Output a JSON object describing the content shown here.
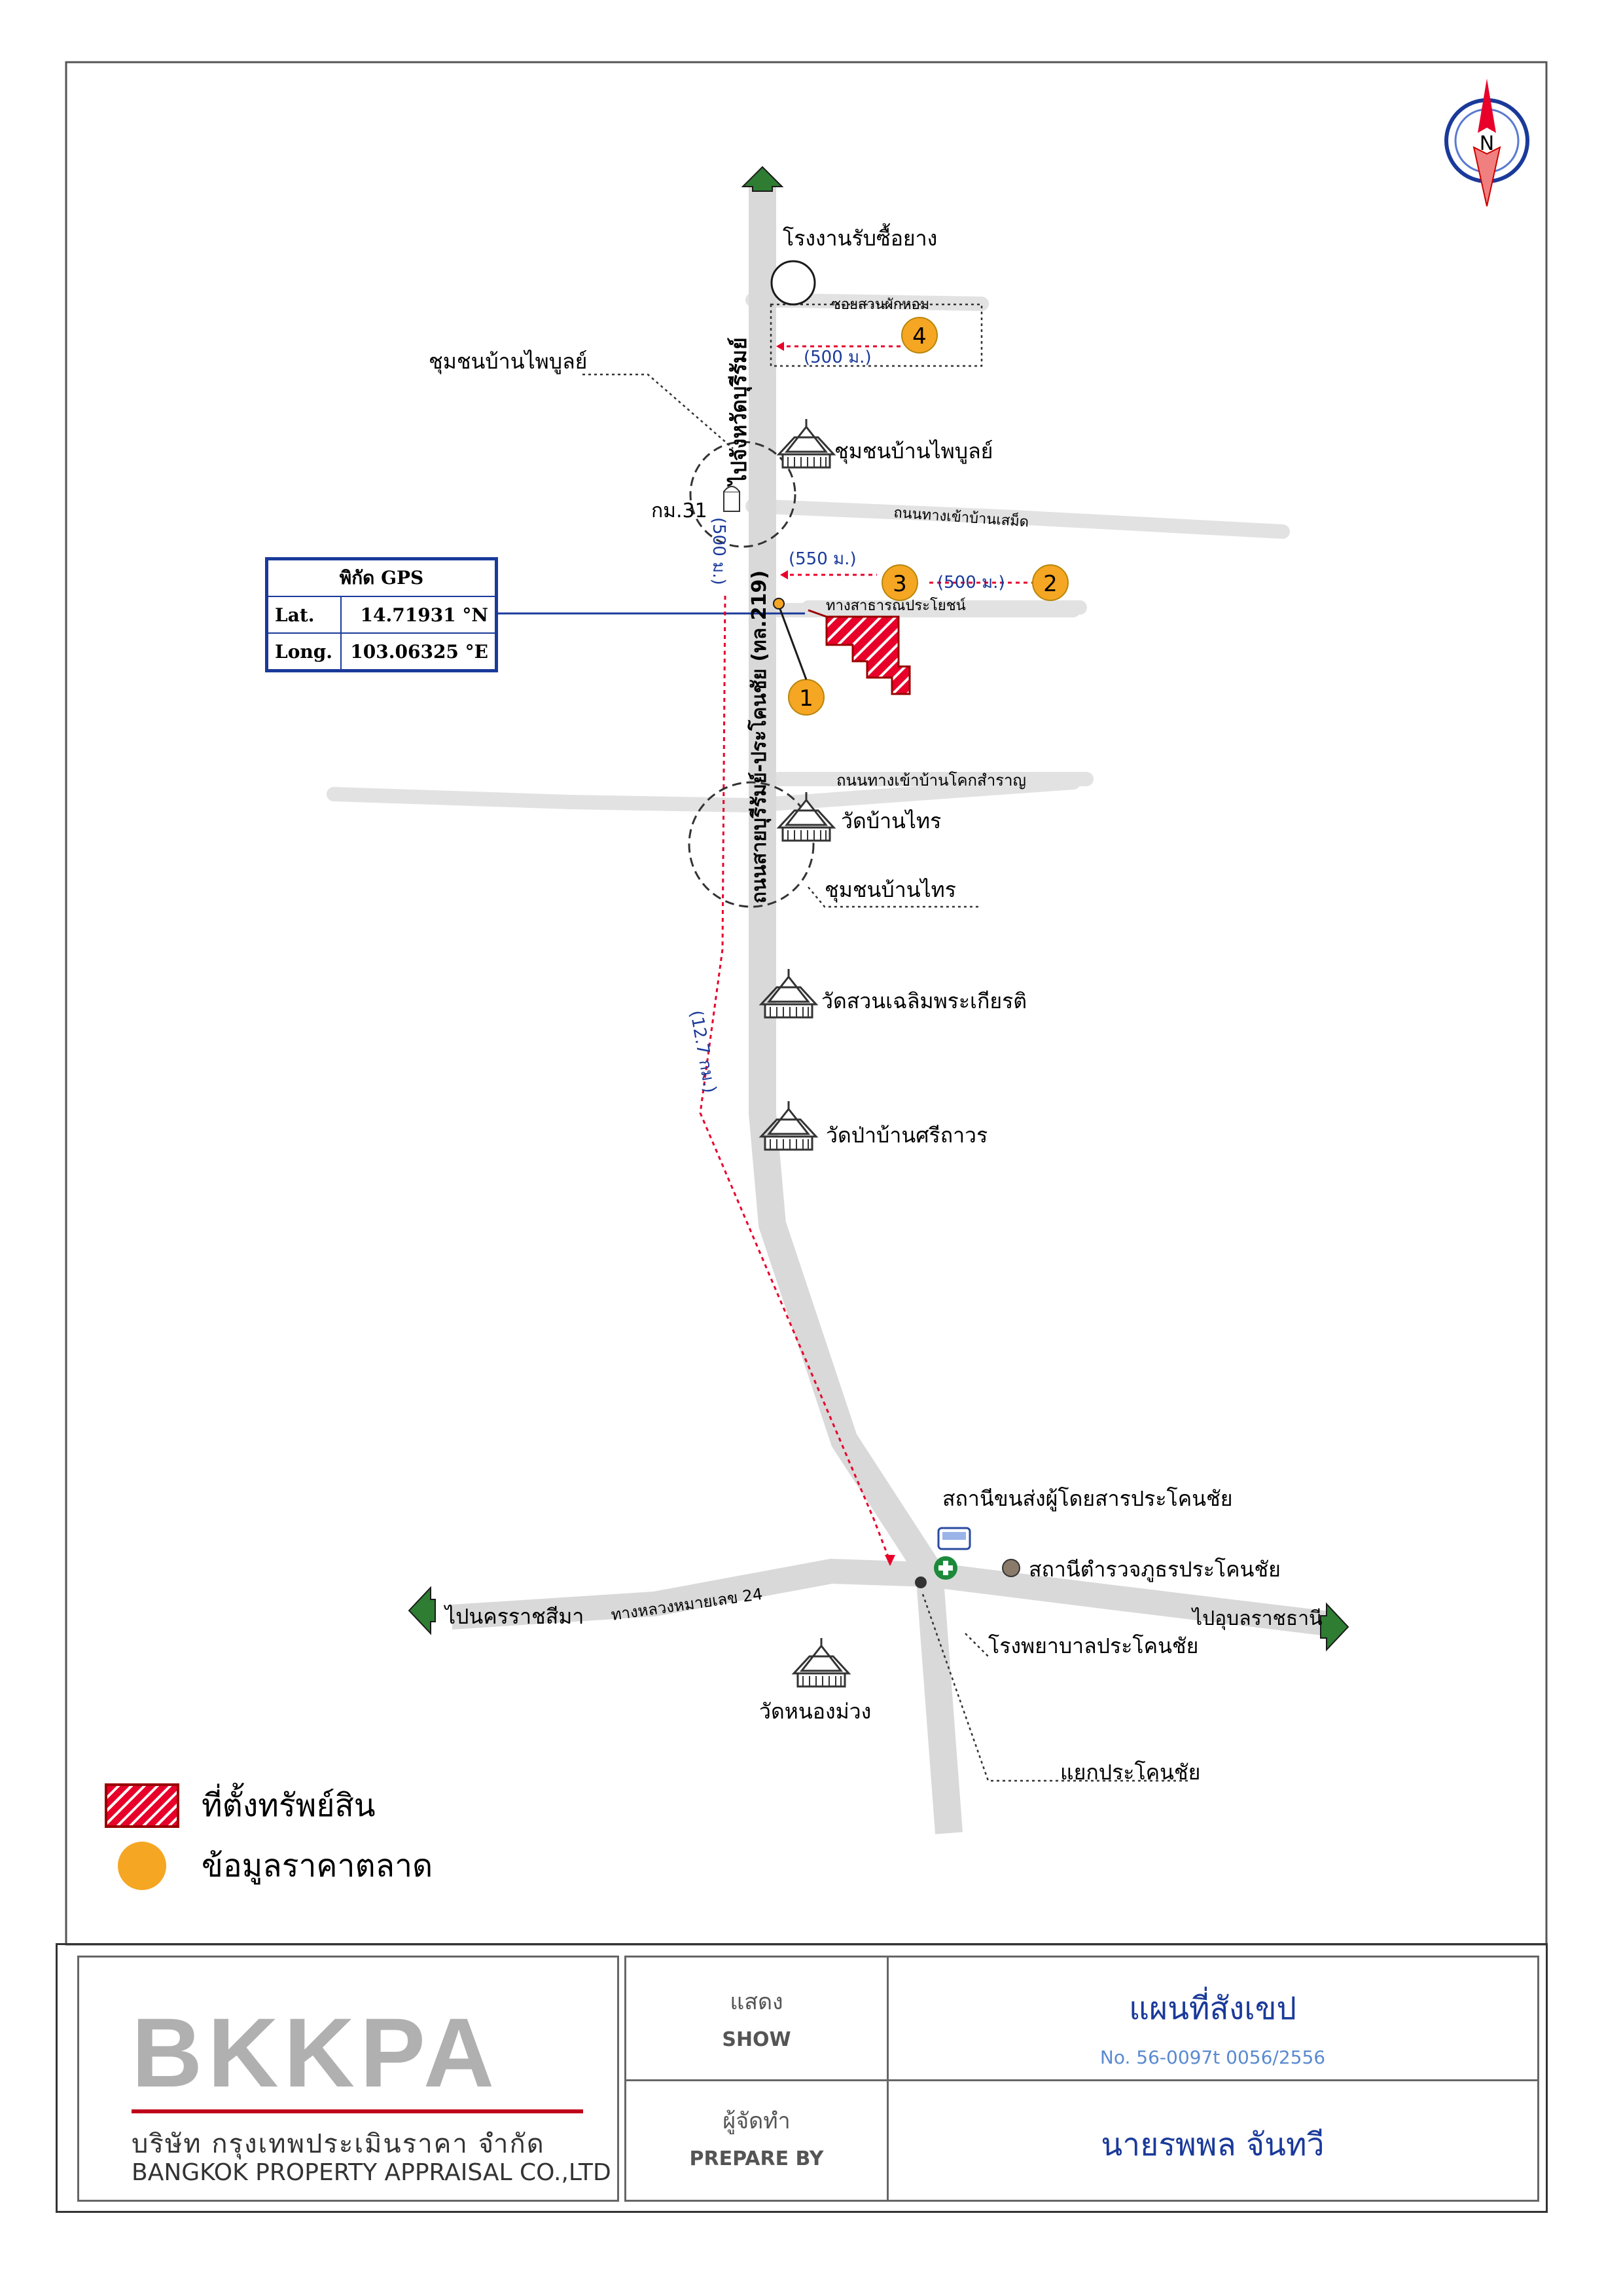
{
  "map": {
    "north_symbol": "N",
    "colors": {
      "road": "#dcdcdc",
      "arrow": "#2e7d32",
      "property": "#e8002a",
      "market_point": "#f5a623",
      "distance_line": "#e8002a",
      "gps_line": "#1a3a9a"
    },
    "labels": {
      "to_buriram": "ไปจังหวัดบุรีรัมย์",
      "rubber_factory": "โรงงานรับซื้อยาง",
      "soi": "ซอยสวนผักหอม",
      "community_phaibun_callout": "ชุมชนบ้านไพบูลย์",
      "community_phaibun": "ชุมชนบ้านไพบูลย์",
      "km_marker": "กม.31",
      "road_ban_samet": "ถนนทางเข้าบ้านเสม็ด",
      "public_road": "ทางสาธารณประโยชน์",
      "main_road": "ถนนสายบุรีรัมย์-ประโคนชัย (ทล.219)",
      "road_ban_khok": "ถนนทางเข้าบ้านโคกสำราญ",
      "wat_ban_sai": "วัดบ้านไทร",
      "community_ban_sai": "ชุมชนบ้านไทร",
      "wat_suan_chaloem": "วัดสวนเฉลิมพระเกียรติ",
      "wat_pa_ban_si": "วัดป่าบ้านศรีถาวร",
      "bus_station": "สถานีขนส่งผู้โดยสารประโคนชัย",
      "police_station": "สถานีตำรวจภูธรประโคนชัย",
      "hospital": "โรงพยาบาลประโคนชัย",
      "to_nakhon_ratchasima": "ไปนครราชสีมา",
      "highway_24": "ทางหลวงหมายเลข 24",
      "to_ubon": "ไปอุบลราชธานี",
      "wat_nong_muang": "วัดหนองม่วง",
      "prakhon_chai_junction": "แยกประโคนชัย"
    },
    "distances": {
      "d_to_4": "(500 ม.)",
      "d_to_3": "(550 ม.)",
      "d_3_to_2": "(500 ม.)",
      "d_main": "(500 ม.)",
      "d_total": "(12.7 กม.)"
    },
    "points": [
      "1",
      "2",
      "3",
      "4"
    ]
  },
  "gps": {
    "title": "พิกัด GPS",
    "lat_label": "Lat.",
    "lat_value": "14.71931 °N",
    "long_label": "Long.",
    "long_value": "103.06325 °E"
  },
  "legend": {
    "property": "ที่ตั้งทรัพย์สิน",
    "market": "ข้อมูลราคาตลาด"
  },
  "footer": {
    "logo": "BKKPA",
    "company_th": "บริษัท กรุงเทพประเมินราคา จำกัด",
    "company_en": "BANGKOK PROPERTY APPRAISAL CO.,LTD",
    "show_th": "แสดง",
    "show_en": "SHOW",
    "title": "แผนที่สังเขป",
    "doc_no": "No. 56-0097t 0056/2556",
    "prepare_th": "ผู้จัดทำ",
    "prepare_en": "PREPARE BY",
    "preparer": "นายรพพล จันทวี"
  }
}
